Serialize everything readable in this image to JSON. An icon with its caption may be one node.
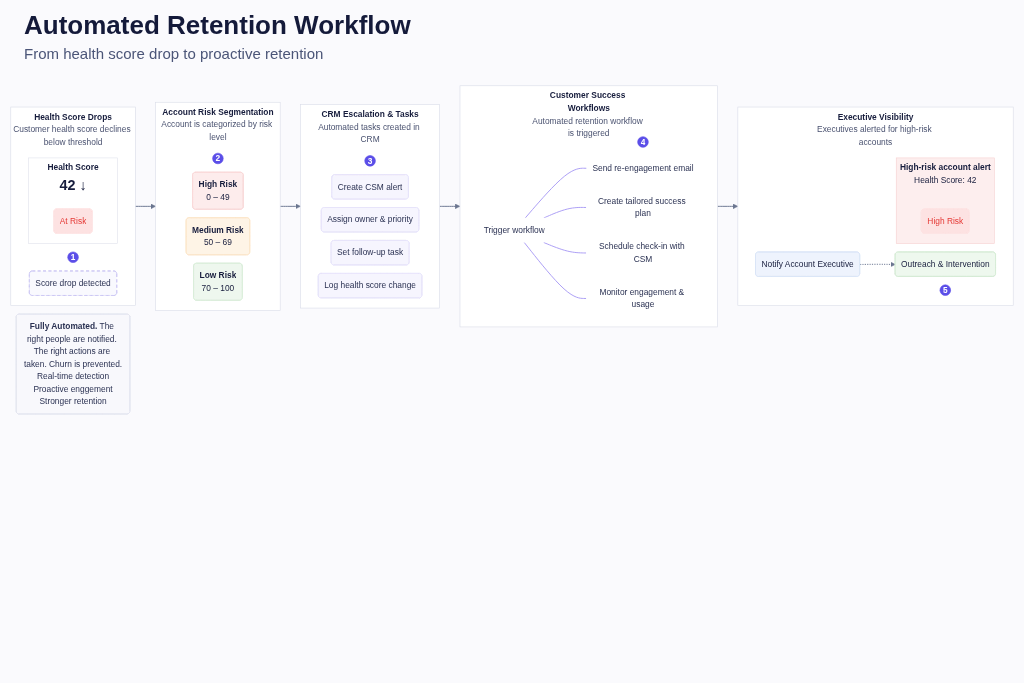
{
  "diagram": {
    "title": "Automated Retention Workflow",
    "nodes": [
      {
        "text": [
          "Health Score Drops",
          "Customer health score declines below threshold"
        ]
      },
      {
        "text": [
          "1"
        ],
        "in": 0
      },
      {
        "text": [
          "Health Score",
          "42 ↓"
        ],
        "in": 0
      },
      {
        "text": [
          "At Risk"
        ],
        "in": 2
      },
      {
        "text": [
          "Score drop detected"
        ],
        "in": 0
      },
      {
        "text": [
          "Account Risk Segmentation",
          "Account is categorized by risk level"
        ]
      },
      {
        "text": [
          "2"
        ],
        "in": 5
      },
      {
        "text": [
          "High Risk",
          "0 – 49"
        ],
        "in": 5
      },
      {
        "text": [
          "Medium Risk",
          "50 – 69"
        ],
        "in": 5
      },
      {
        "text": [
          "Low Risk",
          "70 – 100"
        ],
        "in": 5
      },
      {
        "text": [
          "CRM Escalation & Tasks",
          "Automated tasks created in CRM"
        ]
      },
      {
        "text": [
          "3"
        ],
        "in": 10
      },
      {
        "text": [
          "Create CSM alert"
        ],
        "in": 10
      },
      {
        "text": [
          "Assign owner & priority"
        ],
        "in": 10
      },
      {
        "text": [
          "Set follow-up task"
        ],
        "in": 10
      },
      {
        "text": [
          "Log health score change"
        ],
        "in": 10
      },
      {
        "text": [
          "Customer Success Workflows",
          "Automated retention workflow is triggered"
        ]
      },
      {
        "text": [
          "4"
        ],
        "in": 16
      },
      {
        "text": [
          "Trigger workflow"
        ],
        "in": 16
      },
      {
        "text": [
          "Send re-engagement email"
        ],
        "in": 16
      },
      {
        "text": [
          "Create tailored success plan"
        ],
        "in": 16
      },
      {
        "text": [
          "Schedule check-in with CSM"
        ],
        "in": 16
      },
      {
        "text": [
          "Monitor engagement & usage"
        ],
        "in": 16
      },
      {
        "text": [
          "Executive Visibility",
          "Executives alerted for high-risk accounts"
        ]
      },
      {
        "text": [
          "5"
        ],
        "in": 23
      },
      {
        "text": [
          "High-risk account alert",
          "Health Score: 42"
        ],
        "in": 23
      },
      {
        "text": [
          "High Risk"
        ],
        "in": 25
      },
      {
        "text": [
          "Notify Account Executive"
        ],
        "in": 23
      },
      {
        "text": [
          "Outreach & Intervention"
        ],
        "in": 23
      },
      {
        "text": [
          "**Fully Automated.** The right people are notified. The right actions are taken. Churn is prevented.",
          "Real-time detection",
          "Proactive enggement",
          "Stronger retention"
        ]
      }
    ],
    "edges": [
      {
        "from": 0,
        "to": 5,
        "arrow": "to"
      },
      {
        "from": 5,
        "to": 10,
        "arrow": "to"
      },
      {
        "from": 10,
        "to": 16,
        "arrow": "to"
      },
      {
        "from": 16,
        "to": 23,
        "arrow": "to"
      },
      {
        "from": 18,
        "to": 19,
        "arrow": "none",
        "color": "#a99cf5"
      },
      {
        "from": 18,
        "to": 20,
        "arrow": "none",
        "color": "#a99cf5"
      },
      {
        "from": 18,
        "to": 21,
        "arrow": "none",
        "color": "#a99cf5"
      },
      {
        "from": 18,
        "to": 22,
        "arrow": "none",
        "color": "#a99cf5"
      },
      {
        "from": 27,
        "to": 28,
        "arrow": "to",
        "style": "dashed"
      }
    ],
    "labels": [
      "From health score drop to proactive retention"
    ]
  }
}
